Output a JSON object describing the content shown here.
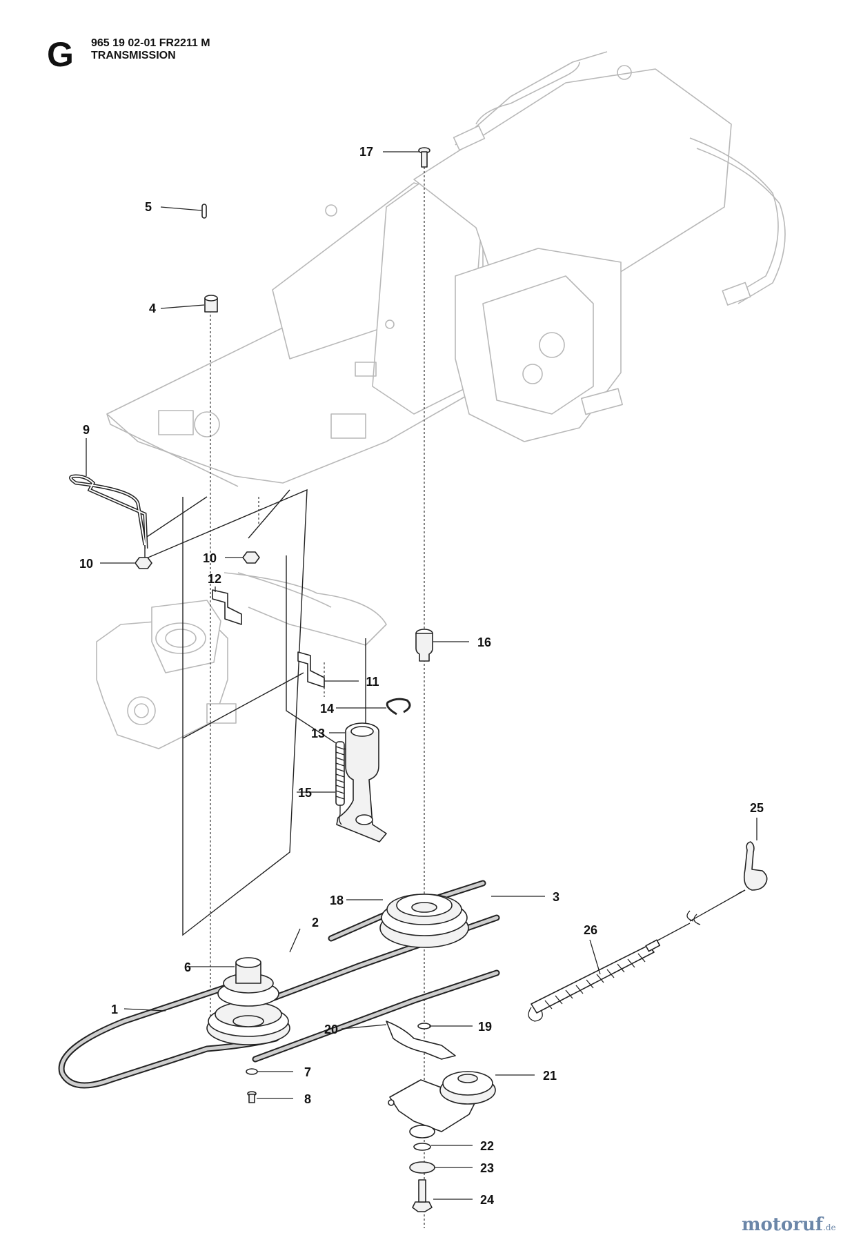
{
  "header": {
    "section_letter": "G",
    "model_line": "965 19 02-01 FR2211 M",
    "section_title": "TRANSMISSION"
  },
  "callouts": [
    "1",
    "2",
    "3",
    "4",
    "5",
    "6",
    "7",
    "8",
    "9",
    "10",
    "10",
    "11",
    "12",
    "13",
    "14",
    "15",
    "16",
    "17",
    "18",
    "19",
    "20",
    "21",
    "22",
    "23",
    "24",
    "25",
    "26"
  ],
  "watermark": {
    "name": "motoruf",
    "suffix": ".de"
  },
  "colors": {
    "ink": "#111111",
    "ghost_frame": "#b8b8b8",
    "watermark": "#6b86a8"
  }
}
